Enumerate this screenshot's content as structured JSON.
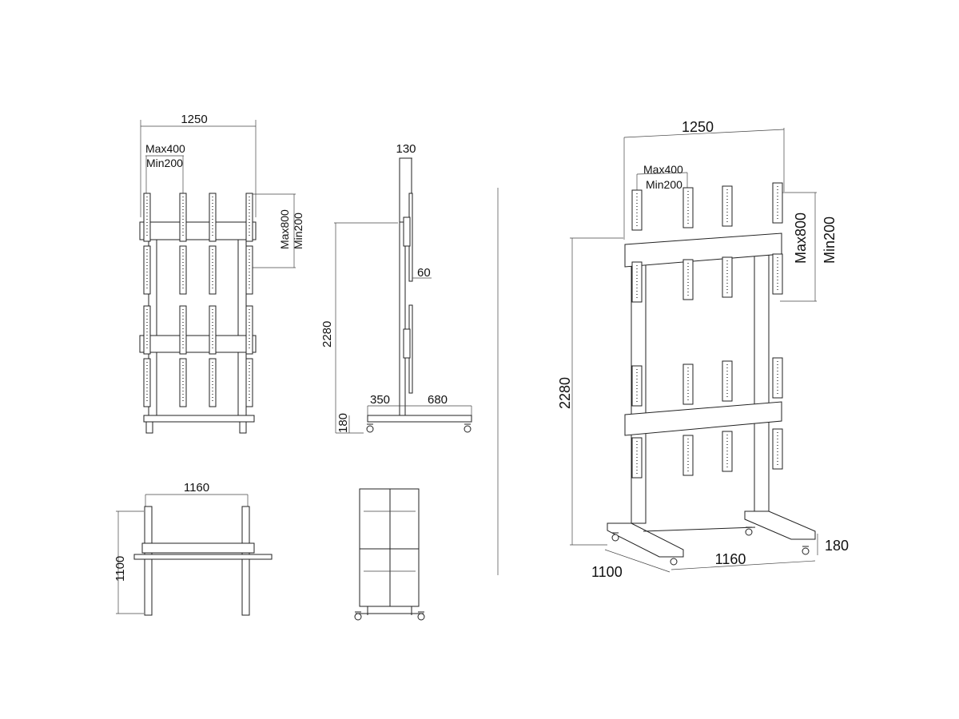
{
  "front_view": {
    "width": "1250",
    "bracket_spacing_max": "Max400",
    "bracket_spacing_min": "Min200",
    "bracket_height_max": "Max800",
    "bracket_height_min": "Min200"
  },
  "side_view": {
    "top_depth": "130",
    "offset": "60",
    "height": "2280",
    "base_front": "350",
    "base_rear": "680",
    "base_height": "180"
  },
  "top_view": {
    "width": "1160",
    "depth": "1100"
  },
  "iso_view": {
    "width": "1250",
    "bracket_spacing_max": "Max400",
    "bracket_spacing_min": "Min200",
    "bracket_height_max": "Max800",
    "bracket_height_min": "Min200",
    "height": "2280",
    "base_height": "180",
    "base_width": "1160",
    "base_depth": "1100"
  }
}
